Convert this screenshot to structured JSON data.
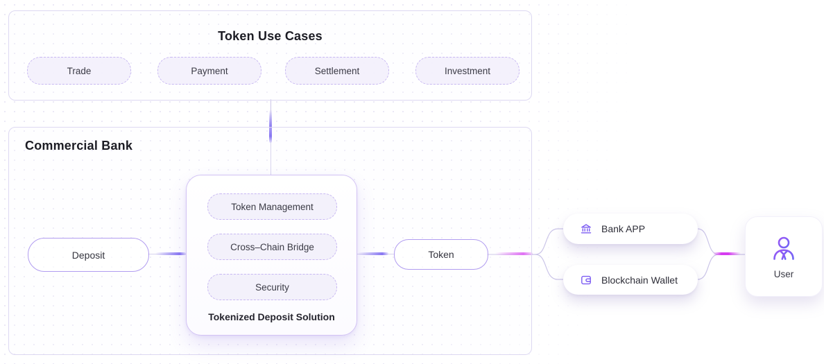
{
  "diagram": {
    "use_cases": {
      "title": "Token Use Cases",
      "items": [
        "Trade",
        "Payment",
        "Settlement",
        "Investment"
      ]
    },
    "bank": {
      "title": "Commercial Bank",
      "deposit_label": "Deposit",
      "token_label": "Token",
      "solution": {
        "label": "Tokenized Deposit Solution",
        "modules": [
          "Token Management",
          "Cross–Chain Bridge",
          "Security"
        ]
      }
    },
    "channels": [
      {
        "label": "Bank APP",
        "icon": "bank-icon"
      },
      {
        "label": "Blockchain Wallet",
        "icon": "wallet-icon"
      }
    ],
    "user": {
      "label": "User",
      "icon": "user-icon"
    },
    "colors": {
      "accent_purple": "#7b5bf2",
      "pulse_blue": "#5b43ee",
      "pulse_magenta": "#d63cf0",
      "line": "#cbc5e8",
      "pill_fill": "#f3f1fb",
      "pill_border": "#c7b7f2"
    }
  }
}
